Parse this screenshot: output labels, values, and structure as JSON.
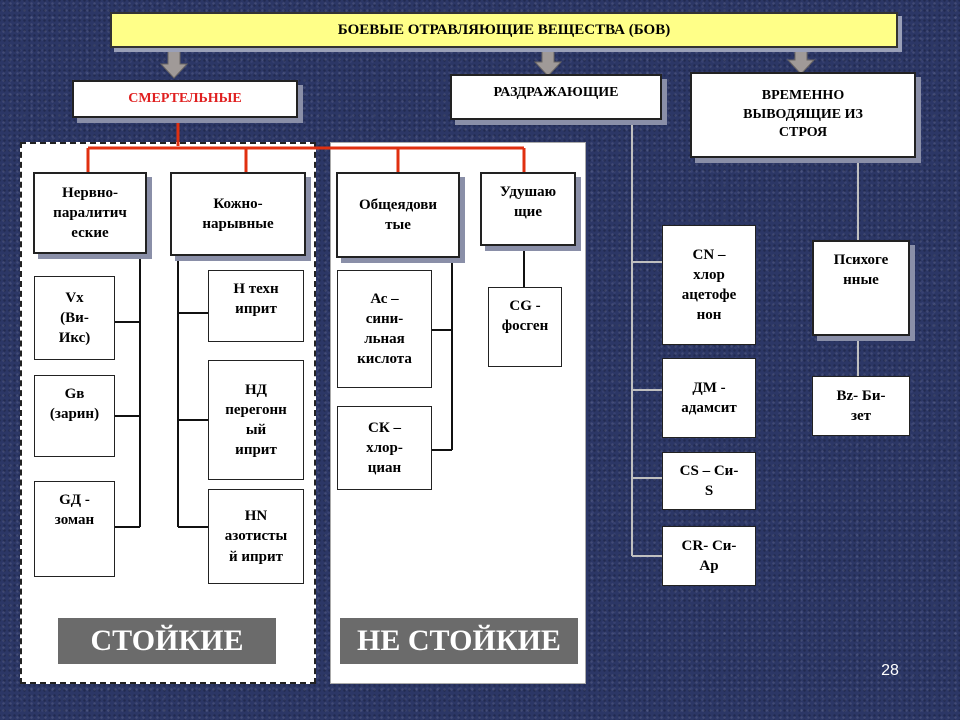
{
  "title": "БОЕВЫЕ ОТРАВЛЯЮЩИЕ ВЕЩЕСТВА (БОВ)",
  "categories": {
    "lethal": "СМЕРТЕЛЬНЫЕ",
    "irritant": "РАЗДРАЖАЮЩИЕ",
    "incapacitating": "ВРЕМЕННО\nВЫВОДЯЩИЕ ИЗ\nСТРОЯ"
  },
  "groups": {
    "nerve": "Нервно-\nпаралитич\nеские",
    "blister": "Кожно-\nнарывные",
    "blood": "Общеядови\nтые",
    "choking": "Удушаю\nщие",
    "psycho": "Психоге\nнные"
  },
  "agents": {
    "vx": "Vx\n(Ви-\nИкс)",
    "gb": "Gв\n(зарин)",
    "gd": "GД -\nзоман",
    "h": "Н техн\nиприт",
    "hd": "НД\nперегонн\nый\nиприт",
    "hn": "HN\nазотисты\nй иприт",
    "ac": "Ас –\nсини-\nльная\nкислота",
    "ck": "СК –\nхлор-\nциан",
    "cg": "CG -\nфосген",
    "cn": "CN –\nхлор\nацетофе\nнон",
    "dm": "ДМ -\nадамсит",
    "cs": "CS – Си-\nS",
    "cr": "CR- Си-\nАр",
    "bz": "Bz- Би-\nзет"
  },
  "labels": {
    "persistent": "СТОЙКИЕ",
    "nonpersistent": "НЕ СТОЙКИЕ"
  },
  "page_number": "28",
  "colors": {
    "title_bg": "#ffff88",
    "lethal_text": "#e02020",
    "connector_red": "#e03010",
    "connector_gray": "#c0c0c0",
    "arrow": "#a09a98",
    "label_block": "#6b6b6b",
    "background": "#2c3766"
  },
  "icons": [
    "arrow-down-icon"
  ]
}
